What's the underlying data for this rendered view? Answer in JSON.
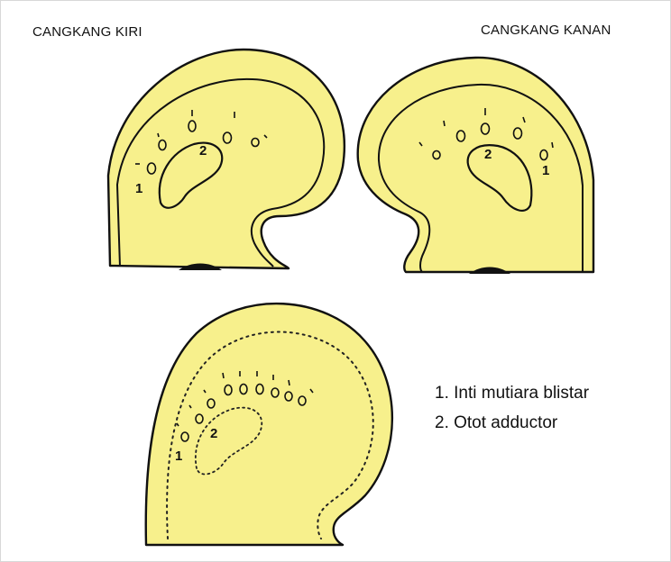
{
  "labels": {
    "left_shell": "CANGKANG KIRI",
    "right_shell": "CANGKANG KANAN"
  },
  "legend": [
    "1. Inti mutiara blistar",
    "2. Otot adductor"
  ],
  "markers": {
    "left": [
      "1",
      "2"
    ],
    "right": [
      "2",
      "1"
    ],
    "bottom": [
      "2",
      "1"
    ]
  },
  "colors": {
    "shell_fill": "#f7f08c",
    "outline": "#111111"
  }
}
